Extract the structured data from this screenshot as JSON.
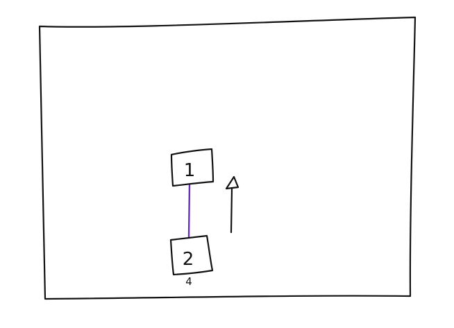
{
  "diagram": {
    "nodes": [
      {
        "id": "node-1",
        "label": "1"
      },
      {
        "id": "node-2",
        "label": "2"
      }
    ],
    "edges": [
      {
        "from": "node-1",
        "to": "node-2",
        "color": "#6a2fb8"
      }
    ],
    "annotations": {
      "node_2_below": "4"
    },
    "arrow": {
      "direction": "up"
    },
    "colors": {
      "ink": "#111111",
      "edge": "#6a2fb8",
      "background": "#ffffff"
    }
  }
}
